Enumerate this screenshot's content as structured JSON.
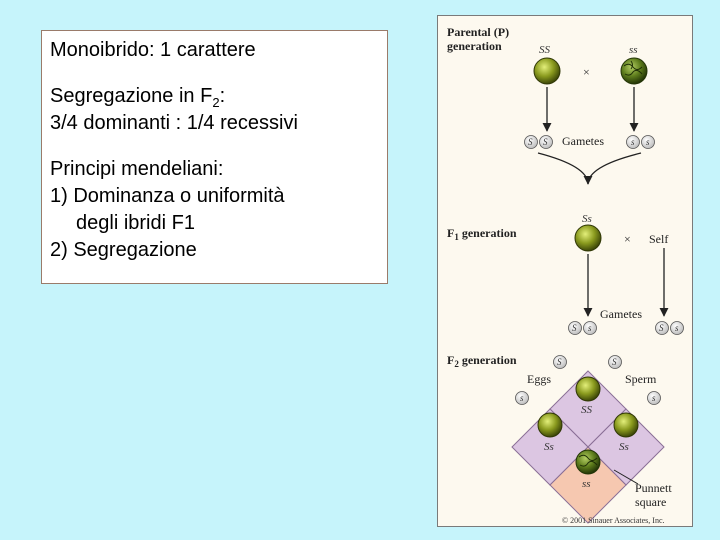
{
  "text_panel": {
    "line1": "Monoibrido: 1 carattere",
    "line2_prefix": "Segregazione in F",
    "line2_sub": "2",
    "line2_suffix": ":",
    "line3": "3/4 dominanti : 1/4 recessivi",
    "line4": "Principi mendeliani:",
    "line5": "1) Dominanza o uniformità",
    "line6": "degli ibridi F1",
    "line7": "2) Segregazione"
  },
  "figure": {
    "parental_label_1": "Parental (P)",
    "parental_label_2": "generation",
    "parent1_genotype": "SS",
    "parent2_genotype": "ss",
    "cross_symbol": "×",
    "gametes_label": "Gametes",
    "f1_label": "F",
    "f1_sub": "1",
    "f1_label_suffix": " generation",
    "f1_genotype": "Ss",
    "self_label": "Self",
    "f2_label": "F",
    "f2_sub": "2",
    "f2_label_suffix": " generation",
    "eggs_label": "Eggs",
    "sperm_label": "Sperm",
    "cell_ss_top": "SS",
    "cell_ss_left": "Ss",
    "cell_ss_right": "Ss",
    "cell_ss_bottom": "ss",
    "punnett_label_1": "Punnett",
    "punnett_label_2": "square",
    "copyright": "© 2001 Sinauer Associates, Inc.",
    "allele_dominant": "S",
    "allele_recessive": "s",
    "colors": {
      "smooth_pea": "#8a9a1e",
      "wrinkled_pea": "#5e7d1c",
      "punnett_fill": "#dcc6e2",
      "punnett_highlight": "#f6c8b0"
    }
  }
}
